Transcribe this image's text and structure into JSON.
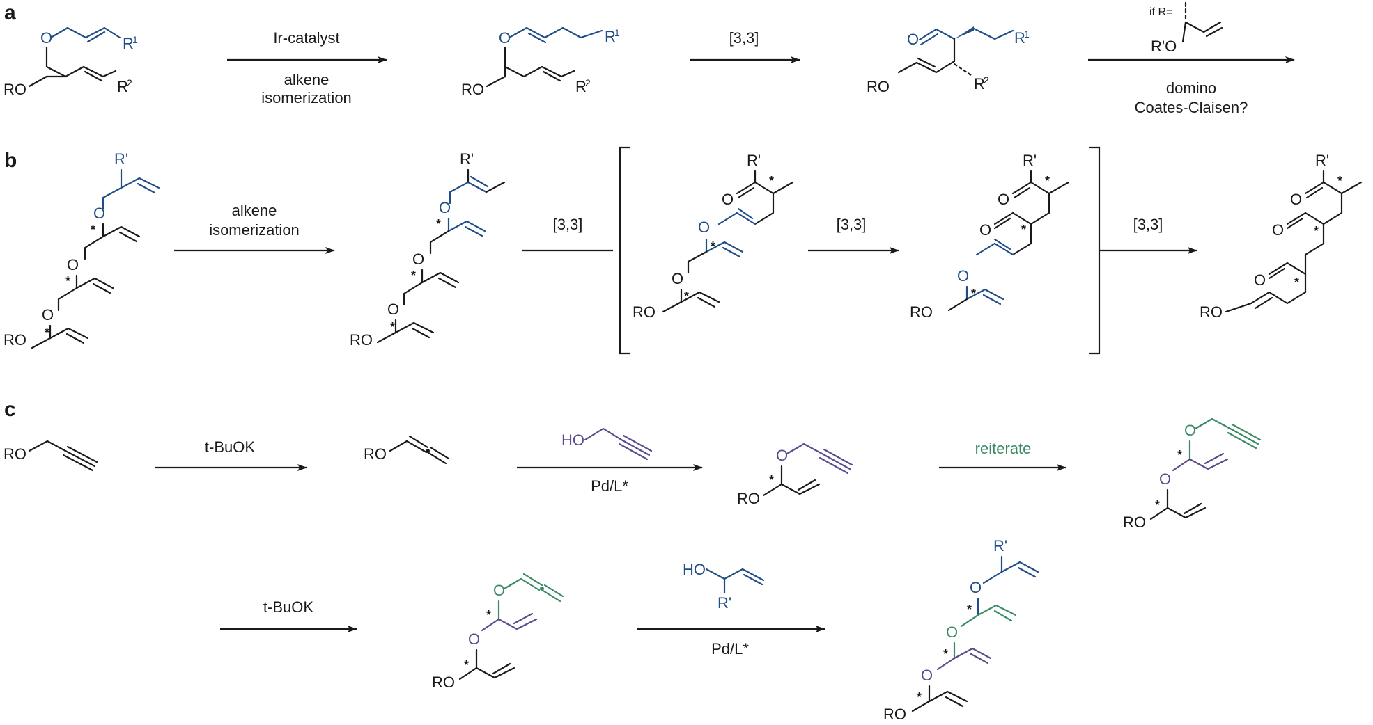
{
  "panels": {
    "a": "a",
    "b": "b",
    "c": "c"
  },
  "panel_a": {
    "arrow1_top": "Ir-catalyst",
    "arrow1_bottom_1": "alkene",
    "arrow1_bottom_2": "isomerization",
    "arrow2_top": "[3,3]",
    "arrow3_top": "if R=",
    "arrow3_top_group": "R'O",
    "arrow3_bottom_1": "domino",
    "arrow3_bottom_2": "Coates-Claisen?"
  },
  "panel_b": {
    "arrow1_top_1": "alkene",
    "arrow1_top_2": "isomerization",
    "arrow2_top": "[3,3]",
    "arrow3_top": "[3,3]",
    "arrow4_top": "[3,3]"
  },
  "panel_c": {
    "arrow1_top": "t-BuOK",
    "arrow2_top_reagent": "HO",
    "arrow2_bottom": "Pd/L*",
    "arrow3_top": "reiterate",
    "arrow4_top": "t-BuOK",
    "arrow5_top_reagent": "HO",
    "arrow5_top_r": "R'",
    "arrow5_bottom": "Pd/L*"
  },
  "atoms": {
    "O": "O",
    "RO": "RO",
    "R": "R",
    "R1": "1",
    "R2": "2",
    "Rp": "R'",
    "star": "*"
  },
  "colors": {
    "black": "#1a1a1a",
    "blue": "#1f4e86",
    "purple": "#5b4a8e",
    "green": "#3a8a66"
  }
}
